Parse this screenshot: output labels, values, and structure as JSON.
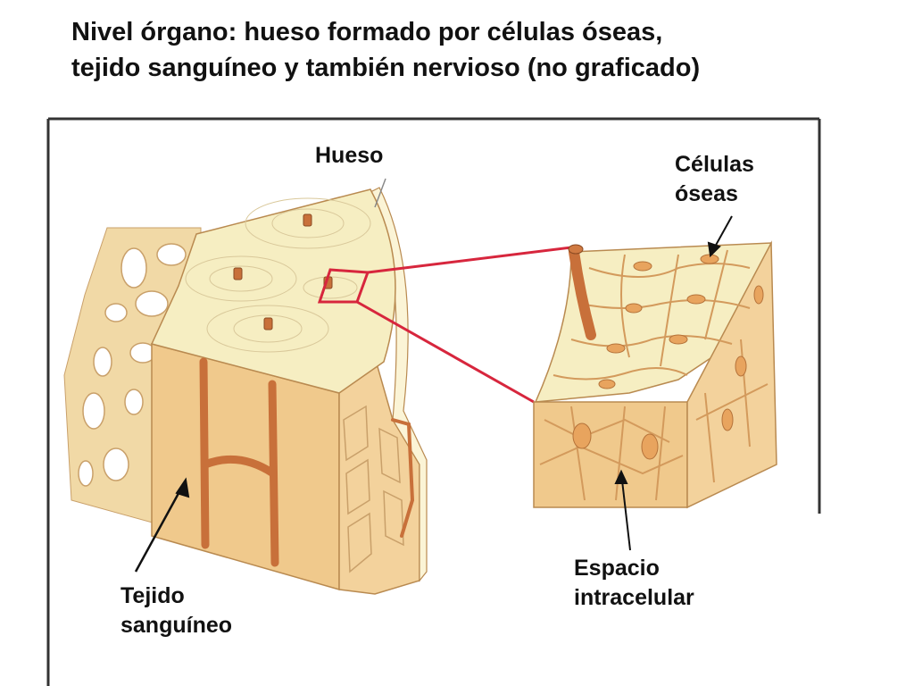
{
  "title": {
    "line1": "Nivel órgano: hueso formado por células óseas,",
    "line2": "tejido sanguíneo y también nervioso (no graficado)"
  },
  "labels": {
    "hueso": "Hueso",
    "celulas_line1": "Células",
    "celulas_line2": "óseas",
    "tejido_line1": "Tejido",
    "tejido_line2": "sanguíneo",
    "espacio_line1": "Espacio",
    "espacio_line2": "intracelular"
  },
  "colors": {
    "bone_top": "#f6eec2",
    "bone_side": "#f0c98c",
    "vessel": "#c8703a",
    "cell": "#e8a45e",
    "zoom_line": "#d7263d",
    "frame": "#333333"
  }
}
